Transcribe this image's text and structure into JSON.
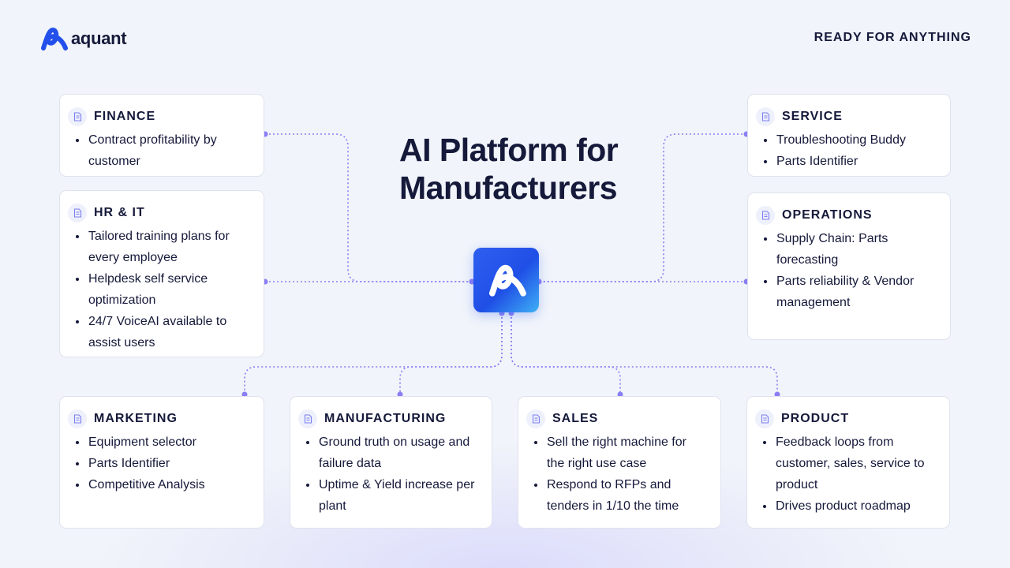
{
  "brand": {
    "name": "aquant",
    "tagline": "READY FOR ANYTHING"
  },
  "title": "AI Platform for Manufacturers",
  "colors": {
    "accent": "#2f5ff0",
    "connector": "#8a7ef5",
    "text": "#15193a"
  },
  "icons": {
    "card_icon": "document-icon",
    "hub_icon": "aquant-logo-icon"
  },
  "cards": [
    {
      "title": "FINANCE",
      "items": [
        "Contract profitability by customer"
      ]
    },
    {
      "title": "HR & IT",
      "items": [
        "Tailored training plans for every employee",
        "Helpdesk self service optimization",
        "24/7 VoiceAI available to assist users"
      ]
    },
    {
      "title": "SERVICE",
      "items": [
        "Troubleshooting Buddy",
        "Parts Identifier"
      ]
    },
    {
      "title": "OPERATIONS",
      "items": [
        "Supply Chain: Parts forecasting",
        "Parts reliability & Vendor management"
      ]
    },
    {
      "title": "MARKETING",
      "items": [
        "Equipment selector",
        "Parts Identifier",
        "Competitive Analysis"
      ]
    },
    {
      "title": "MANUFACTURING",
      "items": [
        "Ground truth on usage and failure data",
        "Uptime & Yield increase per plant"
      ]
    },
    {
      "title": "SALES",
      "items": [
        "Sell the right machine for the right use case",
        "Respond to RFPs and tenders in 1/10 the time"
      ]
    },
    {
      "title": "PRODUCT",
      "items": [
        "Feedback loops from customer, sales, service to product",
        "Drives product roadmap"
      ]
    }
  ]
}
